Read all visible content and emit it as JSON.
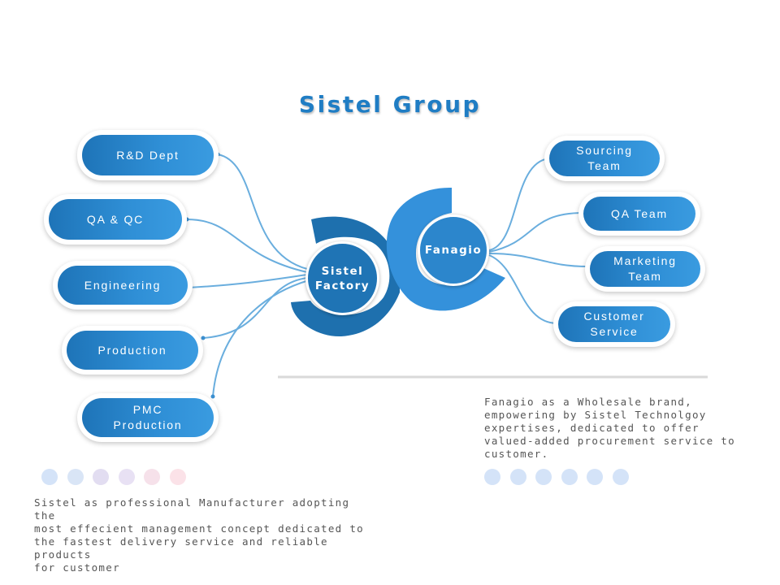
{
  "title": "Sistel Group",
  "left_hub": {
    "label": "Sistel\nFactory"
  },
  "right_hub": {
    "label": "Fanagio"
  },
  "left_nodes": [
    {
      "label": "R&D Dept"
    },
    {
      "label": "QA & QC"
    },
    {
      "label": "Engineering"
    },
    {
      "label": "Production"
    },
    {
      "label": "PMC\nProduction"
    }
  ],
  "right_nodes": [
    {
      "label": "Sourcing\nTeam"
    },
    {
      "label": "QA Team"
    },
    {
      "label": "Marketing\nTeam"
    },
    {
      "label": "Customer\nService"
    }
  ],
  "left_description": " Sistel as professional Manufacturer adopting the\nmost effecient management concept dedicated to\nthe fastest delivery service and reliable products\nfor customer",
  "right_description": " Fanagio as a Wholesale brand,\nempowering by Sistel Technolgoy\nexpertises, dedicated to offer\nvalued-added procurement service to\ncustomer.",
  "colors": {
    "primary": "#2a85cc",
    "dark": "#1d6fae",
    "title": "#1f7dc4",
    "connector": "#6aaede",
    "divider": "#d9d9d9",
    "left_dots": [
      "#d4e3f8",
      "#d9e5f6",
      "#e2ddf1",
      "#e8e1f4",
      "#f6e1ea",
      "#fbe2e8"
    ],
    "right_dots": [
      "#d4e3f8",
      "#d4e3f8",
      "#d4e3f8",
      "#d4e3f8",
      "#d4e3f8",
      "#d4e3f8"
    ]
  }
}
